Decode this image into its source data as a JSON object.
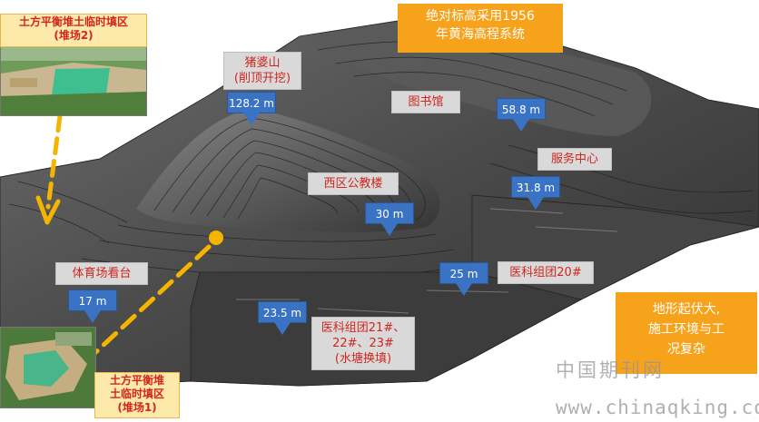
{
  "title_box": {
    "line1": "绝对标高采用1956",
    "line2": "年黄海高程系统"
  },
  "note_box": {
    "line1": "地形起伏大,",
    "line2": "施工环境与工",
    "line3": "况复杂"
  },
  "photo_top": {
    "label_line1": "土方平衡堆土临时填区",
    "label_line2": "(堆场2)"
  },
  "photo_bottom": {
    "label_line1": "土方平衡堆",
    "label_line2": "土临时填区",
    "label_line3": "(堆场1)"
  },
  "locations": {
    "zhupo_line1": "猪婆山",
    "zhupo_line2": "(削顶开挖)",
    "library": "图书馆",
    "service": "服务中心",
    "west_classroom": "西区公教楼",
    "stadium": "体育场看台",
    "medical20": "医科组团20#",
    "medical21_line1": "医科组团21#、",
    "medical21_line2": "22#、23#",
    "medical21_line3": "(水塘换填)"
  },
  "elevations": {
    "zhupo": "128.2 m",
    "library": "58.8 m",
    "service": "31.8 m",
    "west_classroom": "30 m",
    "medical20": "25 m",
    "stadium": "17 m",
    "medical21": "23.5 m"
  },
  "watermark": {
    "cn": "中国期刊网",
    "url": "www.chinaqking.com"
  },
  "colors": {
    "marker_blue": "#3a72c4",
    "title_orange": "#f7a21b",
    "arrow_yellow": "#f5b400",
    "label_red": "#d0261e"
  }
}
